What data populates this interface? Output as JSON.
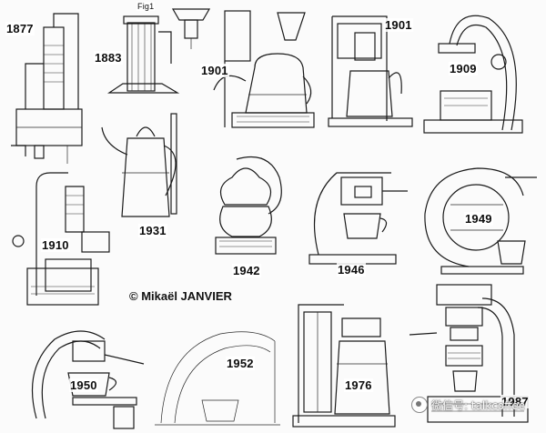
{
  "collage": {
    "years": [
      "1877",
      "1883",
      "1901",
      "1901",
      "1909",
      "1931",
      "1910",
      "1942",
      "1946",
      "1949",
      "1950",
      "1952",
      "1976",
      "1987"
    ],
    "credit": "© Mikaël JANVIER",
    "patent_fig_label": "Fig1",
    "watermark": "微信号: talkcoffee",
    "watermark_icon": "wechat-logo-icon"
  }
}
